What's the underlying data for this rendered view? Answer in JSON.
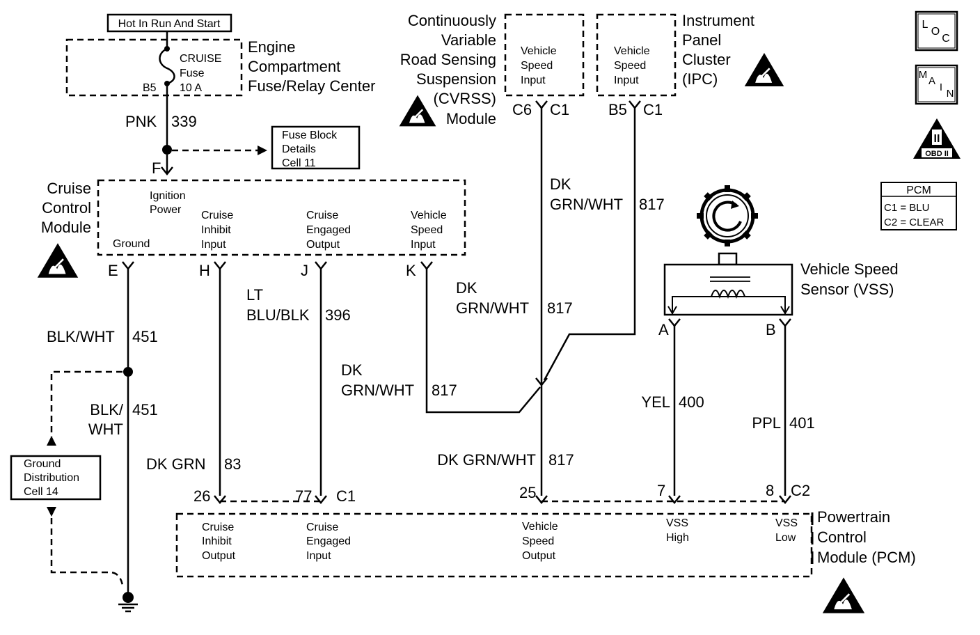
{
  "fuse_block": {
    "header": "Hot In Run And Start",
    "fuse_name": "CRUISE",
    "fuse_word": "Fuse",
    "fuse_rating": "10 A",
    "terminal": "B5",
    "title_lines": [
      "Engine",
      "Compartment",
      "Fuse/Relay Center"
    ]
  },
  "wires": {
    "pnk": "PNK",
    "pnk_circuit": "339",
    "blk_wht_1": "BLK/WHT",
    "blk_wht_1_circuit": "451",
    "blk_wht_2a": "BLK/",
    "blk_wht_2b": "WHT",
    "blk_wht_2_circuit": "451",
    "dk_grn": "DK GRN",
    "dk_grn_circuit": "83",
    "lt_blu_a": "LT",
    "lt_blu_b": "BLU/BLK",
    "lt_blu_circuit": "396",
    "dk_grn_wht_top_a": "DK",
    "dk_grn_wht_top_b": "GRN/WHT",
    "dk_grn_wht_top_circuit": "817",
    "dk_grn_wht_mid_a": "DK",
    "dk_grn_wht_mid_b": "GRN/WHT",
    "dk_grn_wht_mid_circuit": "817",
    "dk_grn_wht_left_a": "DK",
    "dk_grn_wht_left_b": "GRN/WHT",
    "dk_grn_wht_left_circuit": "817",
    "dk_grn_wht_bottom": "DK GRN/WHT",
    "dk_grn_wht_bottom_circuit": "817",
    "yel": "YEL",
    "yel_circuit": "400",
    "ppl": "PPL",
    "ppl_circuit": "401"
  },
  "fuse_block_details": [
    "Fuse Block",
    "Details",
    "Cell 11"
  ],
  "ground_distribution": [
    "Ground",
    "Distribution",
    "Cell 14"
  ],
  "cruise_module": {
    "title_lines": [
      "Cruise",
      "Control",
      "Module"
    ],
    "pin_f": "F",
    "ignition_power": [
      "Ignition",
      "Power"
    ],
    "ground": "Ground",
    "cruise_inhibit_input": [
      "Cruise",
      "Inhibit",
      "Input"
    ],
    "cruise_engaged_output": [
      "Cruise",
      "Engaged",
      "Output"
    ],
    "vehicle_speed_input": [
      "Vehicle",
      "Speed",
      "Input"
    ],
    "pins": [
      "E",
      "H",
      "J",
      "K"
    ]
  },
  "cvrss": {
    "title_lines": [
      "Continuously",
      "Variable",
      "Road Sensing",
      "Suspension",
      "(CVRSS)",
      "Module"
    ],
    "inner": [
      "Vehicle",
      "Speed",
      "Input"
    ],
    "pin": "C6",
    "connector": "C1"
  },
  "ipc": {
    "title_lines": [
      "Instrument",
      "Panel",
      "Cluster",
      "(IPC)"
    ],
    "inner": [
      "Vehicle",
      "Speed",
      "Input"
    ],
    "pin": "B5",
    "connector": "C1"
  },
  "vss": {
    "title_lines": [
      "Vehicle Speed",
      "Sensor (VSS)"
    ],
    "pin_a": "A",
    "pin_b": "B"
  },
  "pcm": {
    "title_lines": [
      "Powertrain",
      "Control",
      "Module (PCM)"
    ],
    "pin_26": "26",
    "pin_77": "77",
    "connector_c1": "C1",
    "pin_25": "25",
    "pin_7": "7",
    "pin_8": "8",
    "connector_c2": "C2",
    "cruise_inhibit_output": [
      "Cruise",
      "Inhibit",
      "Output"
    ],
    "cruise_engaged_input": [
      "Cruise",
      "Engaged",
      "Input"
    ],
    "vehicle_speed_output": [
      "Vehicle",
      "Speed",
      "Output"
    ],
    "vss_high": [
      "VSS",
      "High"
    ],
    "vss_low": [
      "VSS",
      "Low"
    ]
  },
  "legend": {
    "loc": "LOC",
    "main": "MAIN",
    "obd": "OBD II",
    "obd_roman": "II",
    "pcm_title": "PCM",
    "pcm_c1": "C1 = BLU",
    "pcm_c2": "C2 = CLEAR"
  },
  "icons": [
    "esd-warning-icon",
    "ground-symbol-icon",
    "vss-gear-icon",
    "obd-ii-icon"
  ]
}
